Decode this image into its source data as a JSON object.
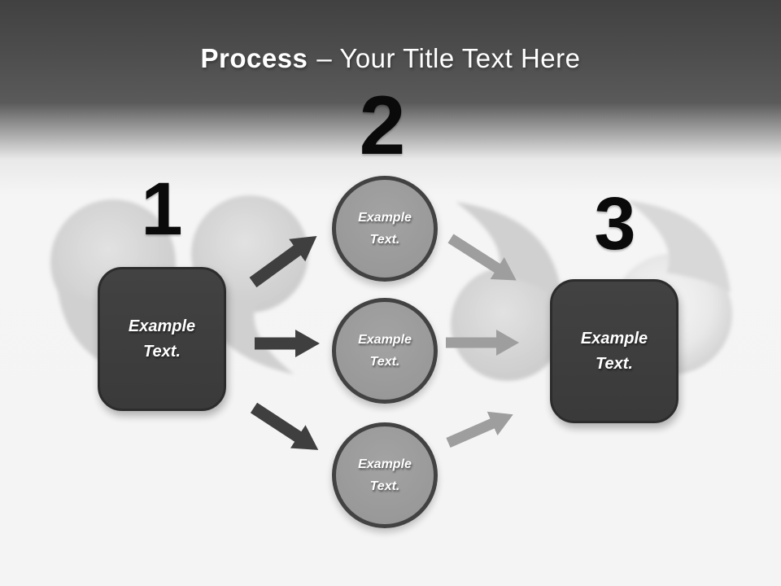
{
  "title": {
    "emphasis": "Process",
    "rest": "– Your Title Text Here"
  },
  "steps": [
    {
      "number": "1",
      "type": "box",
      "label": "Example Text."
    },
    {
      "number": "2",
      "type": "circles",
      "circles": [
        {
          "label": "Example Text."
        },
        {
          "label": "Example Text."
        },
        {
          "label": "Example Text."
        }
      ]
    },
    {
      "number": "3",
      "type": "box",
      "label": "Example Text."
    }
  ],
  "icons": {
    "arrow-dark": "solid right-pointing arrow, dark gray",
    "arrow-light": "solid right-pointing arrow, light gray",
    "comma-decor": "large soft gray comma / quotation-mark background shape"
  },
  "colors": {
    "header_top": "#414141",
    "header_bottom": "#5a5a5a",
    "canvas": "#f5f5f5",
    "title_text": "#ffffff",
    "number_text": "#0a0a0a",
    "box_fill": "#3d3d3d",
    "box_border": "#2c2c2c",
    "box_text": "#ffffff",
    "circle_fill": "#9a9a9a",
    "circle_border": "#424242",
    "circle_text": "#ffffff",
    "arrow_dark": "#3f3f3f",
    "arrow_light": "#9e9e9e",
    "decor_fill": "#d2d2d2"
  }
}
